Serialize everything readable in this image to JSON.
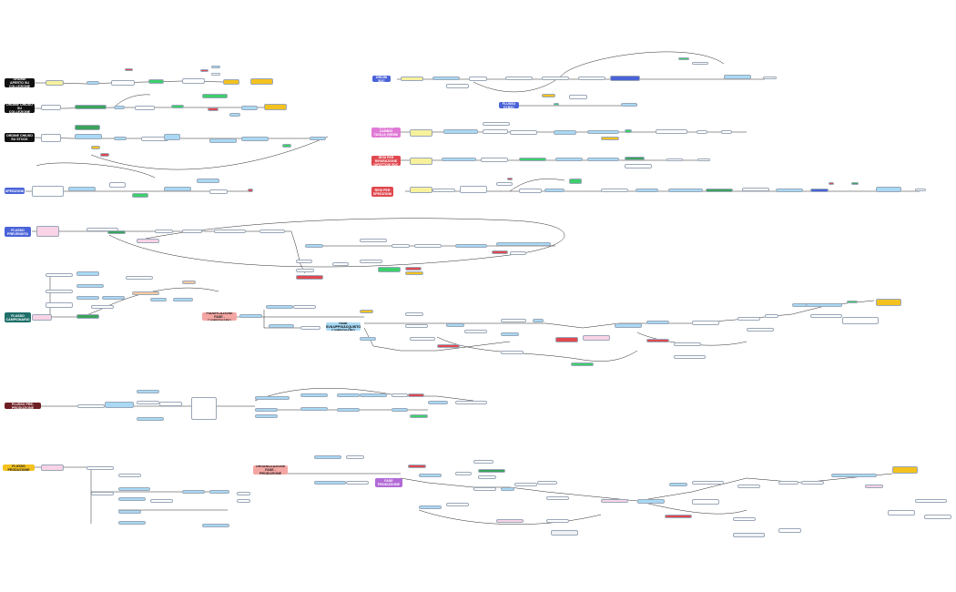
{
  "flows": {
    "ordini_aperti_collezione": "ORDINE APERTO SU COLLEZIONE",
    "ordini_chiusi_collezione": "ORDINE CHIUSO SU COLLEZIONE",
    "ordini_chiusi_stock": "ORDINE CHIUSO SU STOCK",
    "spedizioni": "SPEDIZIONI",
    "ordini_b2c": "ORDINI B2C",
    "flusso_b2c": "FLUSSO DI B2C",
    "resi_clienti": "RESI PER CAMBIO TAGLIA ORDINI DI B2C",
    "resi_riparazione": "RESI PER RIPARAZIONE DIFETTOSI B2C",
    "resi_spedizioni": "RESI PER SPEDIZIONI",
    "flusso_prevendita": "FLUSSO PREVENDITA",
    "flusso_campionario": "FLUSSO CAMPIONARIO",
    "pianificazione_campionario": "PIANIFICAZIONE FASE - CAMPIONARIO",
    "fase_campionario_sviluppo": "FASE SVILUPPO/ACQUISTO CAMPIONARIO",
    "flusso_preproduzione": "FLUSSO PRE-PRODUZIONE",
    "flusso_produzione": "FLUSSO PRODUZIONE",
    "pianificazione_produzione": "ORGANIZZAZIONE FASE - PRODUZIONE",
    "fase_produzione": "FASE PRODUZIONE"
  },
  "colors": {
    "header_black": "#111111",
    "header_blue": "#4a63d8",
    "header_pink": "#e07ad6",
    "header_red": "#e0484f",
    "step_blue": "#a9d9f4",
    "step_green": "#3ccf6b",
    "note_yellow": "#f7f19c"
  }
}
